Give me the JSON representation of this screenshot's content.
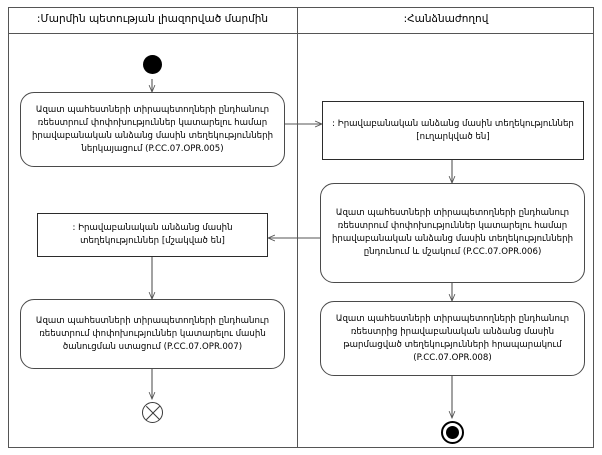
{
  "diagram": {
    "type": "uml-activity-diagram",
    "title": "",
    "lanes": [
      {
        "id": "lane-authorized-body",
        "label": ":Մարմին պետության լիազորված մարմին"
      },
      {
        "id": "lane-commission",
        "label": ":Հանձնաժողով"
      }
    ],
    "colors": {
      "frame_border": "#555555",
      "node_border": "#4a4a4a",
      "object_border": "#2b2b2b",
      "edge": "#555555",
      "fill": "#ffffff",
      "control_node": "#000000"
    },
    "nodes": [
      {
        "id": "initial-node",
        "kind": "initial",
        "lane": "lane-authorized-body",
        "label": ""
      },
      {
        "id": "action-opr-005",
        "kind": "action",
        "lane": "lane-authorized-body",
        "label": "Ազատ պահեստների տիրապետողների ընդհանուր ռեեստրում փոփոխություններ կատարելու համար իրավաբանական անձանց մասին տեղեկությունների ներկայացում (P.CC.07.OPR.005)",
        "code": "P.CC.07.OPR.005"
      },
      {
        "id": "object-info-sent",
        "kind": "object",
        "lane": "lane-commission",
        "label": ": Իրավաբանական անձանց մասին տեղեկություններ [ուղարկված են]",
        "state": "ուղարկված են"
      },
      {
        "id": "action-opr-006",
        "kind": "action",
        "lane": "lane-commission",
        "label": "Ազատ պահեստների տիրապետողների ընդհանուր ռեեստրում փոփոխություններ կատարելու համար իրավաբանական անձանց մասին տեղեկությունների ընդունում և մշակում (P.CC.07.OPR.006)",
        "code": "P.CC.07.OPR.006"
      },
      {
        "id": "object-info-processed",
        "kind": "object",
        "lane": "lane-authorized-body",
        "label": ": Իրավաբանական անձանց մասին տեղեկություններ [մշակված են]",
        "state": "մշակված են"
      },
      {
        "id": "action-opr-007",
        "kind": "action",
        "lane": "lane-authorized-body",
        "label": "Ազատ պահեստների տիրապետողների ընդհանուր ռեեստրում փոփոխություններ կատարելու մասին ծանուցման ստացում (P.CC.07.OPR.007)",
        "code": "P.CC.07.OPR.007"
      },
      {
        "id": "action-opr-008",
        "kind": "action",
        "lane": "lane-commission",
        "label": "Ազատ պահեստների տիրապետողների ընդհանուր ռեեստրից իրավաբանական անձանց մասին թարմացված տեղեկությունների հրապարակում (P.CC.07.OPR.008)",
        "code": "P.CC.07.OPR.008"
      },
      {
        "id": "flow-final-node",
        "kind": "flow-final",
        "lane": "lane-authorized-body",
        "label": ""
      },
      {
        "id": "activity-final-node",
        "kind": "activity-final",
        "lane": "lane-commission",
        "label": ""
      }
    ],
    "edges": [
      {
        "id": "edge-initial-to-005",
        "from": "initial-node",
        "to": "action-opr-005",
        "label": ""
      },
      {
        "id": "edge-005-to-sent",
        "from": "action-opr-005",
        "to": "object-info-sent",
        "label": ""
      },
      {
        "id": "edge-sent-to-006",
        "from": "object-info-sent",
        "to": "action-opr-006",
        "label": ""
      },
      {
        "id": "edge-006-to-processed",
        "from": "action-opr-006",
        "to": "object-info-processed",
        "label": ""
      },
      {
        "id": "edge-processed-to-007",
        "from": "object-info-processed",
        "to": "action-opr-007",
        "label": ""
      },
      {
        "id": "edge-007-to-flowfinal",
        "from": "action-opr-007",
        "to": "flow-final-node",
        "label": ""
      },
      {
        "id": "edge-006-to-008",
        "from": "action-opr-006",
        "to": "action-opr-008",
        "label": ""
      },
      {
        "id": "edge-008-to-final",
        "from": "action-opr-008",
        "to": "activity-final-node",
        "label": ""
      }
    ]
  }
}
